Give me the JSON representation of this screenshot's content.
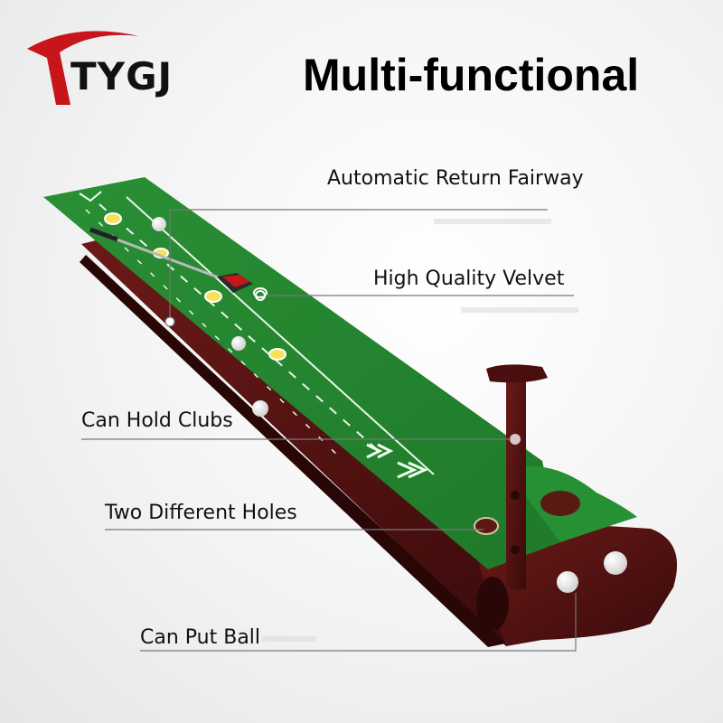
{
  "brand": {
    "name": "TYGJ"
  },
  "headline": "Multi-functional",
  "callouts": [
    {
      "id": "automatic-return-fairway",
      "label": "Automatic Return Fairway"
    },
    {
      "id": "high-quality-velvet",
      "label": "High Quality Velvet"
    },
    {
      "id": "can-hold-clubs",
      "label": "Can Hold Clubs"
    },
    {
      "id": "two-different-holes",
      "label": "Two Different Holes"
    },
    {
      "id": "can-put-ball",
      "label": "Can Put Ball"
    }
  ],
  "colors": {
    "brand_red": "#c8151b",
    "mat_green": "#2f9a3a",
    "mat_green_dark": "#1f7a2a",
    "wood": "#5a1414",
    "wood_dark": "#3a0b0b",
    "line_gray": "#777777"
  },
  "icons": [
    "brand-swoosh-icon",
    "golf-ball-icon",
    "putter-icon",
    "chevron-arrow-icon"
  ]
}
